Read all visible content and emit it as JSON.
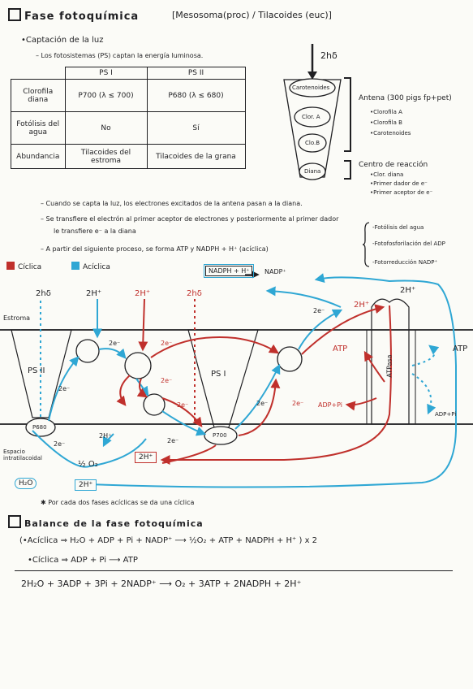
{
  "header": {
    "title": "Fase fotoquímica",
    "subtitle": "[Mesosoma(proc) / Tilacoides (euc)]"
  },
  "captacion": {
    "heading": "•Captación de la luz",
    "line1": "– Los fotosistemas (PS) captan la energía luminosa."
  },
  "table": {
    "headers": [
      "",
      "PS I",
      "PS II"
    ],
    "rows": [
      [
        "Clorofila diana",
        "P700 (λ ≤ 700)",
        "P680 (λ ≤ 680)"
      ],
      [
        "Fotólisis del agua",
        "No",
        "Sí"
      ],
      [
        "Abundancia",
        "Tilacoides del estroma",
        "Tilacoides de la grana"
      ]
    ]
  },
  "antenna": {
    "light": "2hδ",
    "layers": [
      "Carotenoides",
      "Clor. A",
      "Clo.B",
      "Diana"
    ],
    "antena_title": "Antena (300 pigs fp+pet)",
    "antena_items": [
      "•Clorofila A",
      "•Clorofila B",
      "•Carotenoides"
    ],
    "centro_title": "Centro de reacción",
    "centro_items": [
      "•Clor. diana",
      "•Primer dador de e⁻",
      "•Primer aceptor de e⁻"
    ]
  },
  "notes": {
    "n1": "– Cuando se capta la luz, los electrones excitados de la antena pasan a la diana.",
    "n2": "– Se transfiere el electrón al primer aceptor de electrones y posteriormente al primer dador",
    "n2b": "le transfiere e⁻ a la diana",
    "n3": "– A partir del siguiente proceso, se forma ATP y NADPH + H⁺ (acíclica)",
    "bracket": [
      "-Fotólisis del agua",
      "-Fotofosforilación del ADP",
      "-Fotorreducción NADP⁺"
    ]
  },
  "legend": {
    "ciclica": "Cíclica",
    "aciclica": "Acíclica",
    "colors": {
      "red": "#c0302c",
      "blue": "#2fa7d4"
    }
  },
  "diagram": {
    "nadph": "NADPH + H⁺",
    "nadp": "NADP⁺",
    "estroma": "Estroma",
    "espacio": "Espacio intratilacoidal",
    "ps2": "PS II",
    "ps1": "PS I",
    "p680": "P680",
    "p700": "P700",
    "atpasa": "ATPasa",
    "h2o": "H₂O",
    "half_o2": "½ O₂",
    "two_hv": "2hδ",
    "two_h": "2H⁺",
    "two_e": "2e⁻",
    "atp": "ATP",
    "adp_pi": "ADP+Pi",
    "note": "✱ Por cada dos fases acíclicas se da una cíclica"
  },
  "balance": {
    "title": "Balance de la fase fotoquímica",
    "aciclica": "(•Acíclica ⇒ H₂O + ADP + Pi + NADP⁺ ⟶ ½O₂ + ATP + NADPH + H⁺ ) x 2",
    "ciclica": "•Cíclica ⇒ ADP + Pi ⟶ ATP",
    "total": "2H₂O + 3ADP + 3Pi + 2NADP⁺ ⟶ O₂ + 3ATP + 2NADPH + 2H⁺"
  }
}
